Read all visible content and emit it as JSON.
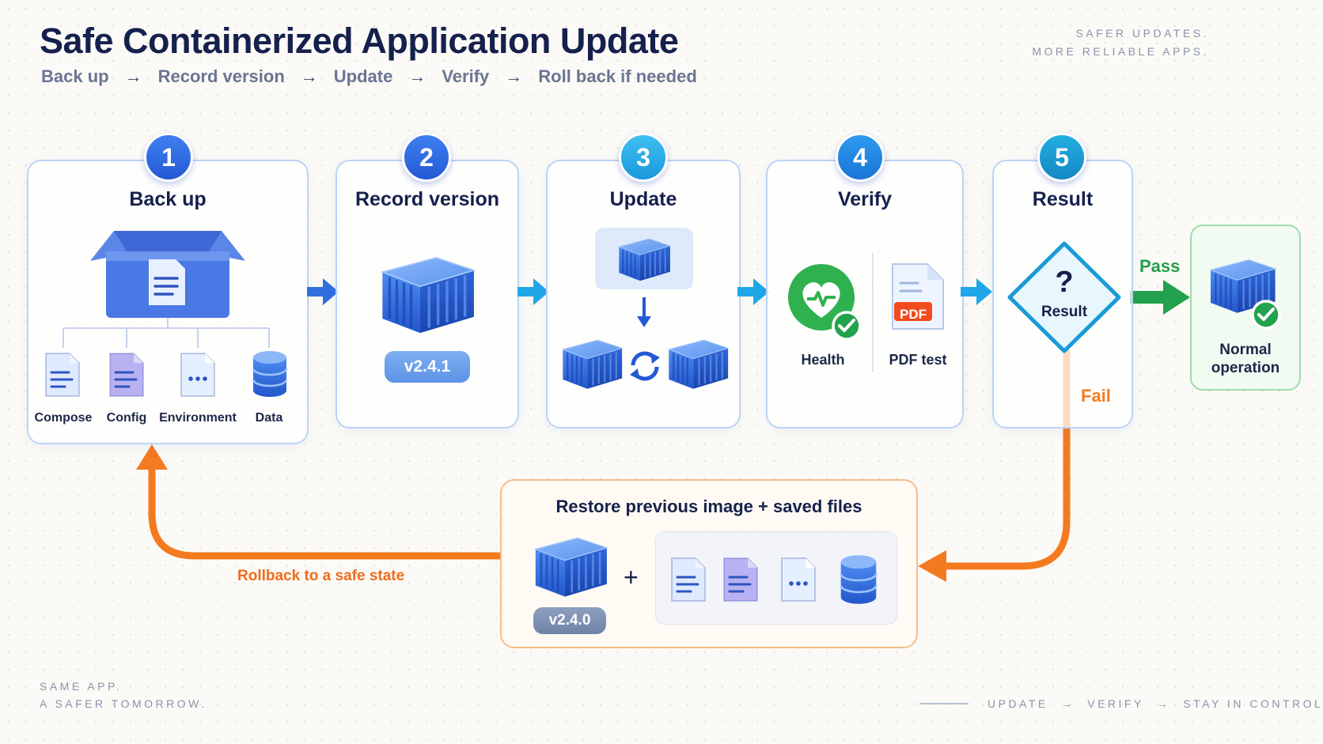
{
  "header": {
    "title": "Safe Containerized Application Update",
    "flow": [
      "Back up",
      "Record version",
      "Update",
      "Verify",
      "Roll back if needed"
    ],
    "flow_arrow": "→",
    "tagline_line1": "SAFER UPDATES.",
    "tagline_line2": "MORE RELIABLE APPS."
  },
  "steps": [
    {
      "number": "1",
      "title": "Back up"
    },
    {
      "number": "2",
      "title": "Record version"
    },
    {
      "number": "3",
      "title": "Update"
    },
    {
      "number": "4",
      "title": "Verify"
    },
    {
      "number": "5",
      "title": "Result"
    }
  ],
  "backup": {
    "items": [
      "Compose",
      "Config",
      "Environment",
      "Data"
    ]
  },
  "record": {
    "version": "v2.4.1"
  },
  "verify": {
    "health_label": "Health",
    "pdf_label": "PDF test",
    "pdf_badge": "PDF"
  },
  "result": {
    "question": "?",
    "label": "Result",
    "pass": "Pass",
    "fail": "Fail"
  },
  "normal": {
    "label_line1": "Normal",
    "label_line2": "operation"
  },
  "restore": {
    "title": "Restore previous image + saved files",
    "version": "v2.4.0",
    "plus": "+"
  },
  "rollback": {
    "label": "Rollback to a safe state"
  },
  "footer": {
    "left_line1": "SAME APP.",
    "left_line2": "A SAFER TOMORROW.",
    "right": [
      "UPDATE",
      "VERIFY",
      "STAY IN CONTROL"
    ],
    "right_arrow": "→"
  },
  "colors": {
    "primary_blue": "#2f6fe0",
    "cyan": "#1fa7e8",
    "pass_green": "#22a24c",
    "fail_orange": "#f47a20"
  },
  "icons": [
    "box-icon",
    "file-icon",
    "database-icon",
    "container-icon",
    "sync-icon",
    "heart-pulse-icon",
    "check-badge-icon",
    "pdf-icon",
    "question-diamond-icon",
    "arrow-right-icon"
  ]
}
